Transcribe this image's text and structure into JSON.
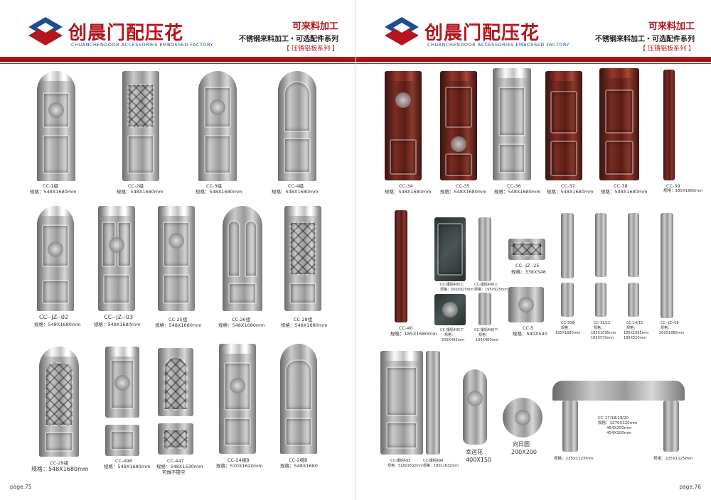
{
  "brand": {
    "cn": "创晨门配压花",
    "en": "CHUANCHENDOOR ACCESSORIES EMBOSSED FACTORY"
  },
  "tagline": {
    "line1": "可来料加工",
    "line2": "不锈钢来料加工・可选配件系列",
    "line3": "【 压铸铝板系列 】"
  },
  "colors": {
    "brand_red": "#b3161c",
    "brand_blue": "#1d4e8f"
  },
  "left": {
    "page": "page.75",
    "row1": [
      {
        "code": "CC-1组",
        "spec": "规格：548X1680mm"
      },
      {
        "code": "CC-2组",
        "spec": "规格：548X1680mm"
      },
      {
        "code": "CC-3组",
        "spec": "规格：548X1680mm"
      },
      {
        "code": "CC-4组",
        "spec": "规格：548X1680mm"
      }
    ],
    "row2": [
      {
        "code": "CC--JZ--02",
        "spec": "规格：548X1680mm"
      },
      {
        "code": "CC--JZ--03",
        "spec": "规格：548X1680mm"
      },
      {
        "code": "CC-25组",
        "spec": "规格：548X1680mm"
      },
      {
        "code": "CC-26组",
        "spec": "规格：548X1680mm"
      },
      {
        "code": "CC-28组",
        "spec": "规格：548X1680mm"
      }
    ],
    "row3": [
      {
        "code": "CC-29组",
        "spec": "规格：548X1680mm"
      },
      {
        "code": "CC-498",
        "spec": "规格：548X1680mm"
      },
      {
        "code": "CC-447",
        "spec": "规格：548X1530mm",
        "note": "可做不镂空"
      },
      {
        "code": "CC-24组B",
        "spec": "规格：530X1620mm"
      },
      {
        "code": "CC-2组B",
        "spec": "规格：548X1680"
      }
    ]
  },
  "right": {
    "page": "page.76",
    "row1": [
      {
        "code": "CC-34",
        "spec": "规格：548X1680mm"
      },
      {
        "code": "CC-35",
        "spec": "规格：548X1680mm"
      },
      {
        "code": "CC-36",
        "spec": "规格：548X1680mm"
      },
      {
        "code": "CC-37",
        "spec": "规格：548X1680mm"
      },
      {
        "code": "CC-38",
        "spec": "规格：548X1680mm"
      },
      {
        "code": "CC-39",
        "spec": "规格：185X1680mm"
      }
    ],
    "row2": {
      "cc40": {
        "code": "CC-40",
        "spec": "规格：185X1680mm"
      },
      "a": {
        "code": "CC-镶铝495上",
        "spec": "规格：500X925mm"
      },
      "b": {
        "code": "CC-镶铝496上",
        "spec": "规格：195X925mm"
      },
      "c": {
        "code": "CC-镶铝495下",
        "spec1": "规格：",
        "spec2": "500X495mm"
      },
      "d": {
        "code": "CC-镶铝496下",
        "spec1": "规格：",
        "spec2": "195X480mm"
      },
      "jz25": {
        "code": "CC--JZ--25",
        "spec": "规格：338X548"
      },
      "cc5": {
        "code": "CC-5",
        "spec": "规格：540X540"
      },
      "p30": {
        "code": "CC-30组",
        "spec": "规格：",
        "dims": "185X1680mm"
      },
      "p11": {
        "code": "CC-11/12",
        "spec": "规格：",
        "dims1": "185X1095mm",
        "dims2": "185X570mm"
      },
      "p14": {
        "code": "CC-14/15",
        "spec": "规格：",
        "dims1": "185X1095mm",
        "dims2": "185X520mm"
      },
      "p08": {
        "code": "CC--JZ--08",
        "spec": "规格：",
        "dims": "200X1680mm"
      }
    },
    "row3": {
      "s493": {
        "code": "CC-镶铝493",
        "spec": "规格：518x1632mm"
      },
      "s494": {
        "code": "CC-镶铝494",
        "spec": "规格：180x1632mm"
      },
      "lucky": {
        "code": "幸运花",
        "spec": "400X150"
      },
      "sun": {
        "code": "向日圆",
        "spec": "200X200"
      },
      "frame": {
        "code": "CC-17/18/19/20",
        "spec": "规格：1270X320mm",
        "dims1": "454X200mm",
        "dims2": "454X200mm",
        "left": "规格：225X1125mm",
        "right": "规格：225X1125mm"
      }
    }
  }
}
